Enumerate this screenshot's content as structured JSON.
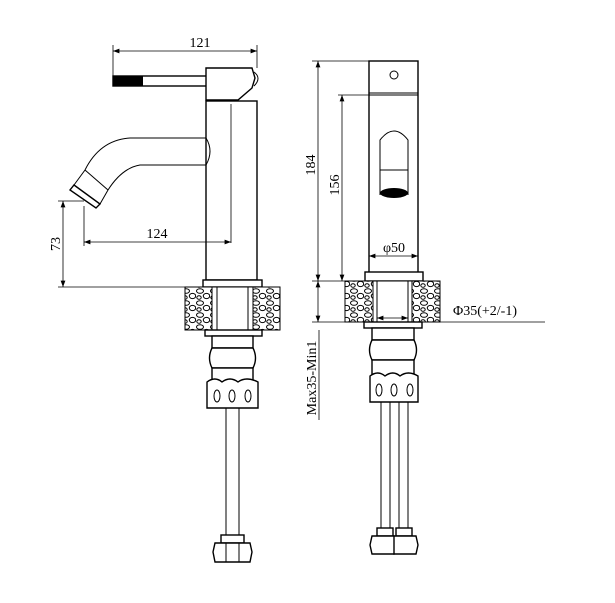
{
  "drawing": {
    "side_view": {
      "dim_handle_length": "121",
      "dim_spout_reach": "124",
      "dim_spout_height": "73"
    },
    "front_view": {
      "dim_total_height": "184",
      "dim_body_height": "156",
      "dim_body_diameter": "φ50",
      "dim_hole_diameter": "Φ35(+2/-1)",
      "dim_counter_thickness": "Max35-Min1"
    }
  }
}
